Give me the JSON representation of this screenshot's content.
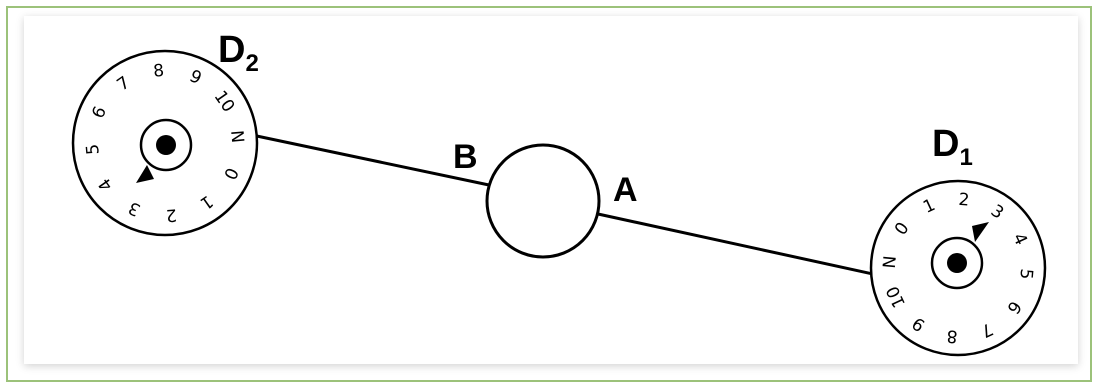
{
  "labels": {
    "d2_main": "D",
    "d2_sub": "2",
    "d1_main": "D",
    "d1_sub": "1",
    "point_b": "B",
    "point_a": "A"
  },
  "dial_d2": {
    "numbers": [
      "8",
      "9",
      "10",
      "N",
      "0",
      "1",
      "2",
      "3",
      "4",
      "5",
      "6",
      "7"
    ]
  },
  "dial_d1": {
    "numbers": [
      "0",
      "1",
      "2",
      "3",
      "4",
      "5",
      "6",
      "7",
      "8",
      "9",
      "10",
      "N"
    ]
  }
}
